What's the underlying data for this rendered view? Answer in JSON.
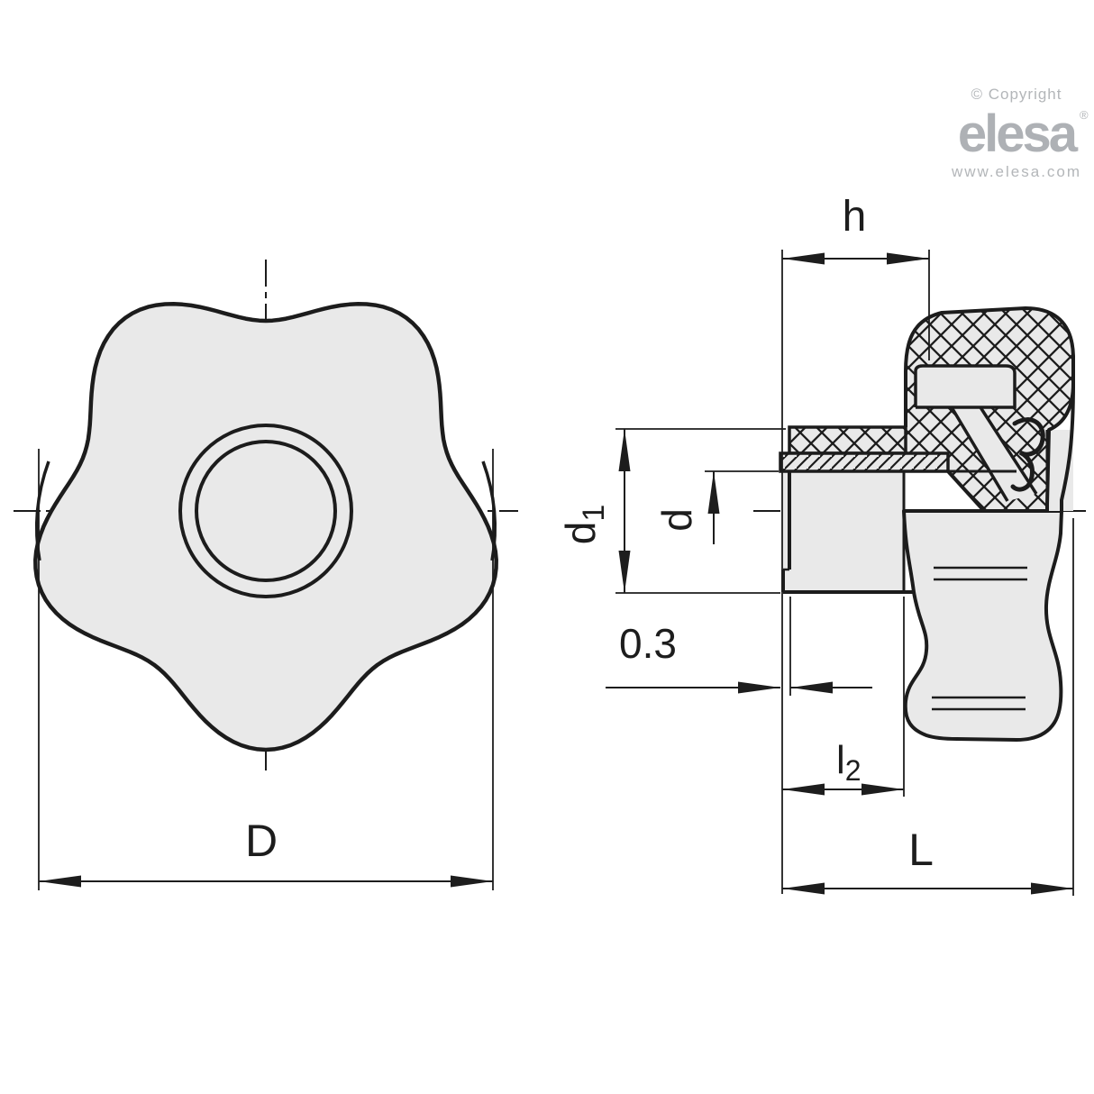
{
  "branding": {
    "copyright_label": "© Copyright",
    "logo_text": "elesa",
    "registered_mark": "®",
    "website": "www.elesa.com"
  },
  "labels": {
    "front_diameter": "D",
    "side_hub_width": "h",
    "side_hub_diameter_base": "d",
    "side_hub_diameter_sub": "1",
    "side_bore_diameter": "d",
    "side_face_offset": "0.3",
    "side_boss_length_base": "l",
    "side_boss_length_sub": "2",
    "side_total_length": "L"
  },
  "drawing": {
    "views": [
      "front-view-5-lobe-knob",
      "side-section-view"
    ],
    "lobe_count": 5
  },
  "colors": {
    "line": "#1c1c1c",
    "dimension_line": "#1d1d1d",
    "body_fill": "#e9e9e9",
    "logo_gray": "#b3b6b9",
    "background": "#ffffff"
  }
}
